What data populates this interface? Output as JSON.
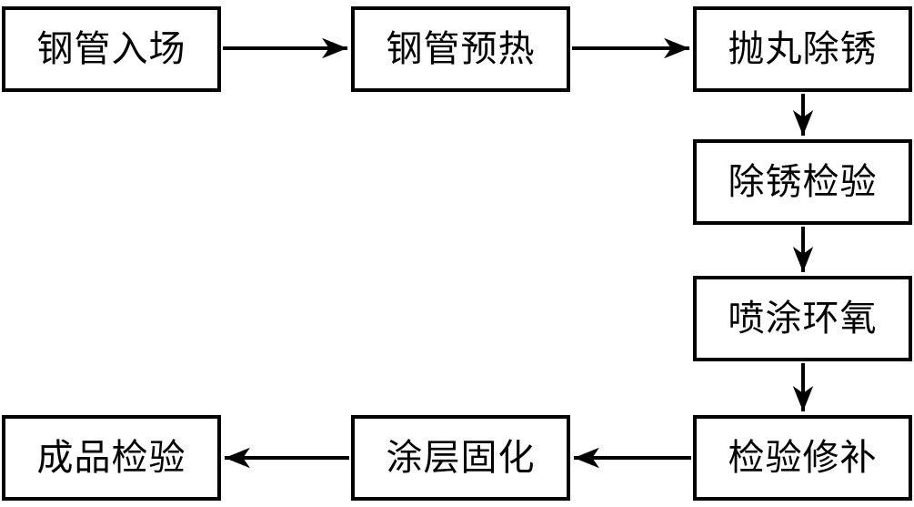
{
  "diagram": {
    "type": "flowchart",
    "boxes": [
      {
        "id": "steel-pipe-entry",
        "label": "钢管入场"
      },
      {
        "id": "steel-pipe-preheat",
        "label": "钢管预热"
      },
      {
        "id": "shot-blast-derust",
        "label": "抛丸除锈"
      },
      {
        "id": "derust-inspection",
        "label": "除锈检验"
      },
      {
        "id": "spray-epoxy",
        "label": "喷涂环氧"
      },
      {
        "id": "inspection-repair",
        "label": "检验修补"
      },
      {
        "id": "coating-curing",
        "label": "涂层固化"
      },
      {
        "id": "final-inspection",
        "label": "成品检验"
      }
    ],
    "flow_order": [
      "钢管入场",
      "钢管预热",
      "抛丸除锈",
      "除锈检验",
      "喷涂环氧",
      "检验修补",
      "涂层固化",
      "成品检验"
    ],
    "colors": {
      "stroke": "#000000",
      "text": "#000000",
      "background": "#ffffff"
    }
  }
}
